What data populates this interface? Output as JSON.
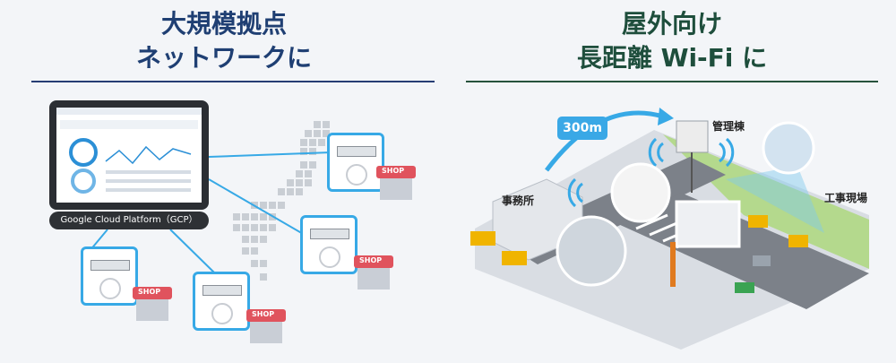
{
  "left": {
    "heading_line1": "大規模拠点",
    "heading_line2": "ネットワークに",
    "gcp_label": "Google Cloud Platform（GCP）",
    "shop_label": "SHOP"
  },
  "right": {
    "heading_line1": "屋外向け",
    "heading_line2": "長距離 Wi-Fi に",
    "distance_label": "300m",
    "building_admin": "管理棟",
    "building_office": "事務所",
    "site_label": "工事現場"
  },
  "colors": {
    "left_heading": "#1f3f73",
    "right_heading": "#1e4e3c",
    "accent_blue": "#37a9e6",
    "shop_red": "#e0535d"
  }
}
